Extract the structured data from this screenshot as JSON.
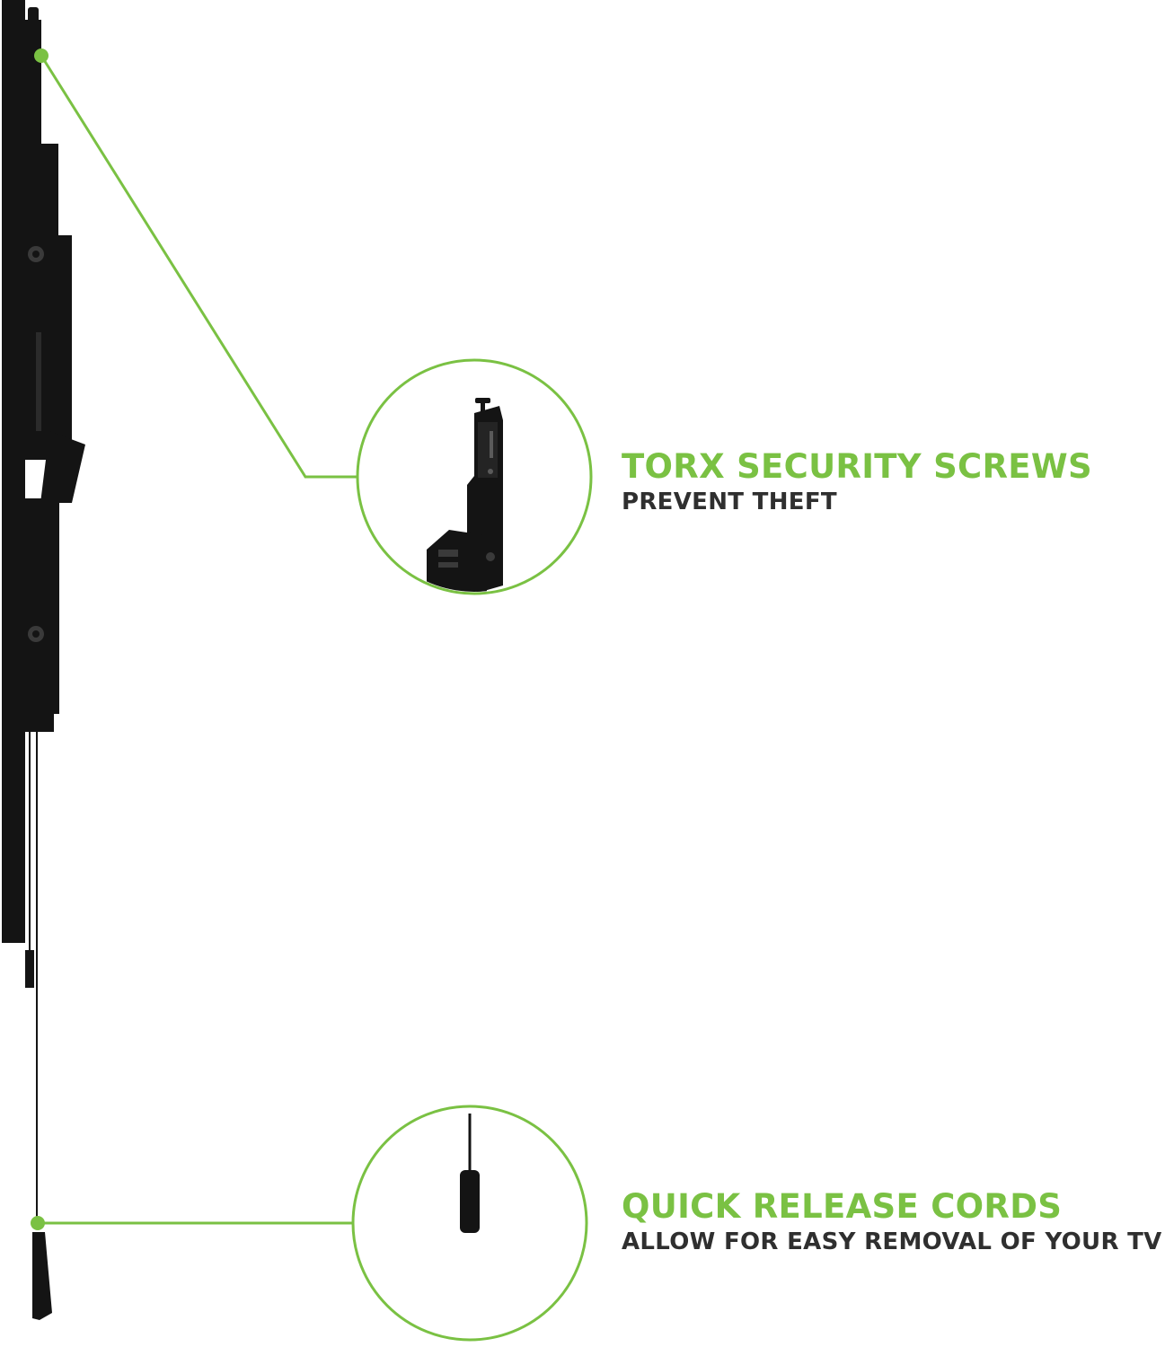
{
  "colors": {
    "accent": "#7ac143",
    "product": "#141414",
    "text_dark": "#2f2f2f",
    "background": "#ffffff"
  },
  "features": [
    {
      "title": "TORX SECURITY SCREWS",
      "subtitle": "PREVENT THEFT",
      "icon": "torx-screw-bracket-closeup"
    },
    {
      "title": "QUICK RELEASE CORDS",
      "subtitle": "ALLOW FOR EASY REMOVAL OF YOUR TV",
      "icon": "quick-release-cord-pull-closeup"
    }
  ]
}
